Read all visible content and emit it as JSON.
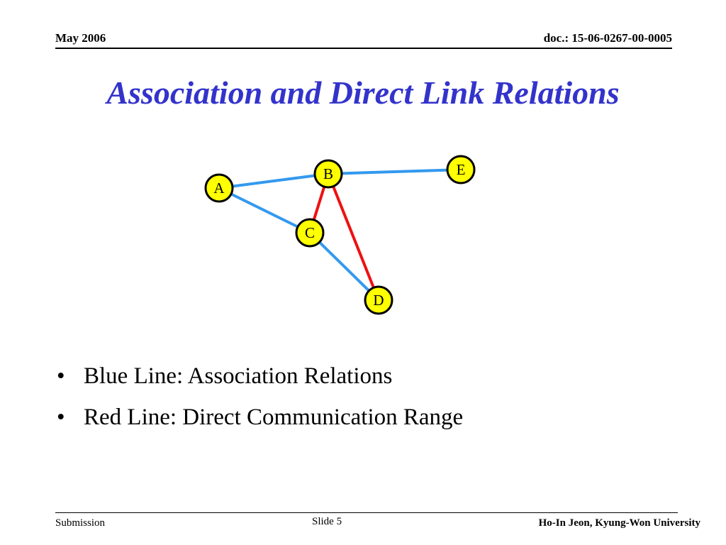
{
  "header": {
    "date": "May 2006",
    "doc": "doc.: 15-06-0267-00-0005"
  },
  "title": "Association and Direct Link Relations",
  "diagram": {
    "nodes": [
      {
        "id": "A",
        "label": "A"
      },
      {
        "id": "B",
        "label": "B"
      },
      {
        "id": "C",
        "label": "C"
      },
      {
        "id": "D",
        "label": "D"
      },
      {
        "id": "E",
        "label": "E"
      }
    ],
    "edges": [
      {
        "from": "A",
        "to": "B",
        "type": "association"
      },
      {
        "from": "B",
        "to": "E",
        "type": "association"
      },
      {
        "from": "A",
        "to": "C",
        "type": "association"
      },
      {
        "from": "C",
        "to": "D",
        "type": "association"
      },
      {
        "from": "B",
        "to": "C",
        "type": "direct"
      },
      {
        "from": "B",
        "to": "D",
        "type": "direct"
      }
    ],
    "colors": {
      "association": "#3399ee",
      "direct": "#ee1111",
      "node_fill": "#ffff00",
      "node_stroke": "#000000"
    }
  },
  "bullets": [
    "Blue Line: Association Relations",
    "Red Line: Direct Communication Range"
  ],
  "footer": {
    "left": "Submission",
    "center": "Slide 5",
    "right": "Ho-In Jeon, Kyung-Won University"
  }
}
